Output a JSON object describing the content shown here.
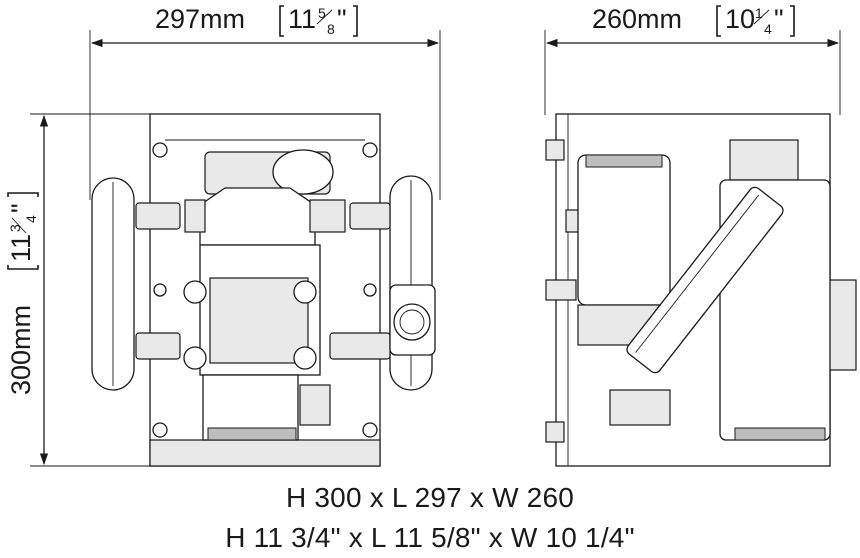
{
  "dimensions": {
    "width_metric": "297mm",
    "width_imperial": {
      "whole": "11",
      "num": "5",
      "den": "8",
      "unit": "\""
    },
    "depth_metric": "260mm",
    "depth_imperial": {
      "whole": "10",
      "num": "1",
      "den": "4",
      "unit": "\""
    },
    "height_metric": "300mm",
    "height_imperial": {
      "whole": "11",
      "num": "3",
      "den": "4",
      "unit": "\""
    }
  },
  "summary": {
    "line_metric": "H 300 x L 297 x W 260",
    "line_imperial": "H 11 3/4\" x L 11 5/8\" x W 10 1/4\""
  },
  "colors": {
    "line": "#1a1a1a",
    "fill": "#ffffff",
    "shade": "#e9e9e9"
  }
}
